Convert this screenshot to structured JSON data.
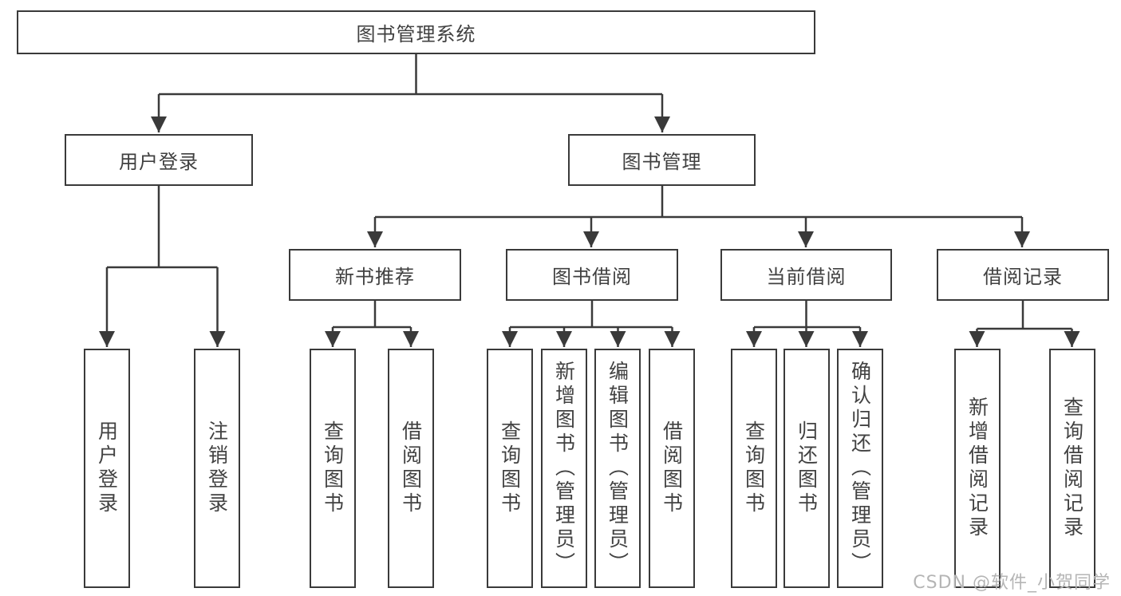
{
  "tree": {
    "root": {
      "label": "图书管理系统",
      "children": [
        {
          "label": "用户登录",
          "children": [
            {
              "label": "用户登录"
            },
            {
              "label": "注销登录"
            }
          ]
        },
        {
          "label": "图书管理",
          "children": [
            {
              "label": "新书推荐",
              "children": [
                {
                  "label": "查询图书"
                },
                {
                  "label": "借阅图书"
                }
              ]
            },
            {
              "label": "图书借阅",
              "children": [
                {
                  "label": "查询图书"
                },
                {
                  "label": "新增图书（管理员）"
                },
                {
                  "label": "编辑图书（管理员）"
                },
                {
                  "label": "借阅图书"
                }
              ]
            },
            {
              "label": "当前借阅",
              "children": [
                {
                  "label": "查询图书"
                },
                {
                  "label": "归还图书"
                },
                {
                  "label": "确认归还（管理员）"
                }
              ]
            },
            {
              "label": "借阅记录",
              "children": [
                {
                  "label": "新增借阅记录"
                },
                {
                  "label": "查询借阅记录"
                }
              ]
            }
          ]
        }
      ]
    }
  },
  "watermark": {
    "text": "CSDN @软件_小贺同学"
  },
  "colors": {
    "line": "#3a3a3a",
    "box_border": "#3a3a3a",
    "text": "#404040",
    "watermark": "#b5b5b5",
    "background": "#ffffff"
  }
}
